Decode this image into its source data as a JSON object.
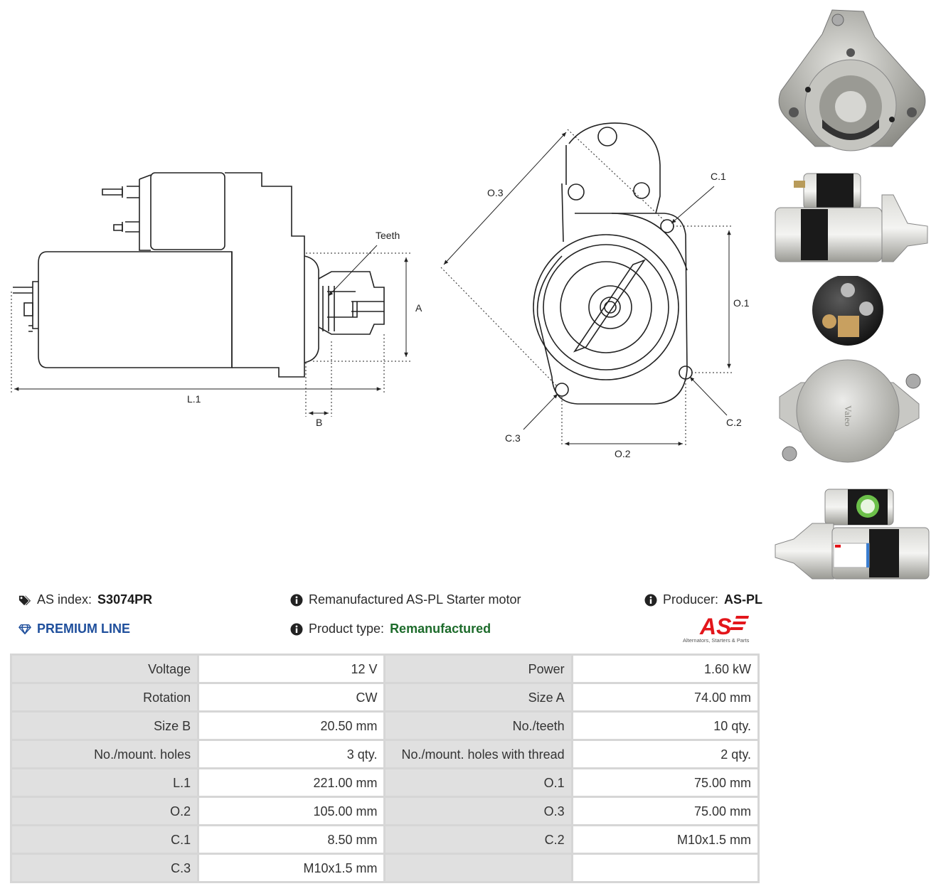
{
  "drawing_labels": {
    "teeth": "Teeth",
    "a": "A",
    "l1": "L.1",
    "b": "B",
    "o3": "O.3",
    "c1": "C.1",
    "o1": "O.1",
    "c2": "C.2",
    "c3": "C.3",
    "o2": "O.2"
  },
  "photo_brand": "Valeo",
  "info": {
    "as_index_label": "AS index:",
    "as_index_value": "S3074PR",
    "premium_line": "PREMIUM LINE",
    "description": "Remanufactured AS-PL Starter motor",
    "product_type_label": "Product type:",
    "product_type_value": "Remanufactured",
    "producer_label": "Producer:",
    "producer_value": "AS-PL"
  },
  "logo": {
    "mark": "AS",
    "tagline": "Alternators, Starters & Parts"
  },
  "colors": {
    "premium": "#1f4f9c",
    "remanufactured": "#1d6b2b",
    "logo_red": "#e3161b",
    "key_cell": "#e0e0e0",
    "grid": "#d6d6d6"
  },
  "specs": [
    [
      "Voltage",
      "12 V",
      "Power",
      "1.60 kW"
    ],
    [
      "Rotation",
      "CW",
      "Size A",
      "74.00 mm"
    ],
    [
      "Size B",
      "20.50 mm",
      "No./teeth",
      "10 qty."
    ],
    [
      "No./mount. holes",
      "3 qty.",
      "No./mount. holes with thread",
      "2 qty."
    ],
    [
      "L.1",
      "221.00 mm",
      "O.1",
      "75.00 mm"
    ],
    [
      "O.2",
      "105.00 mm",
      "O.3",
      "75.00 mm"
    ],
    [
      "C.1",
      "8.50 mm",
      "C.2",
      "M10x1.5 mm"
    ],
    [
      "C.3",
      "M10x1.5 mm",
      "",
      ""
    ]
  ]
}
